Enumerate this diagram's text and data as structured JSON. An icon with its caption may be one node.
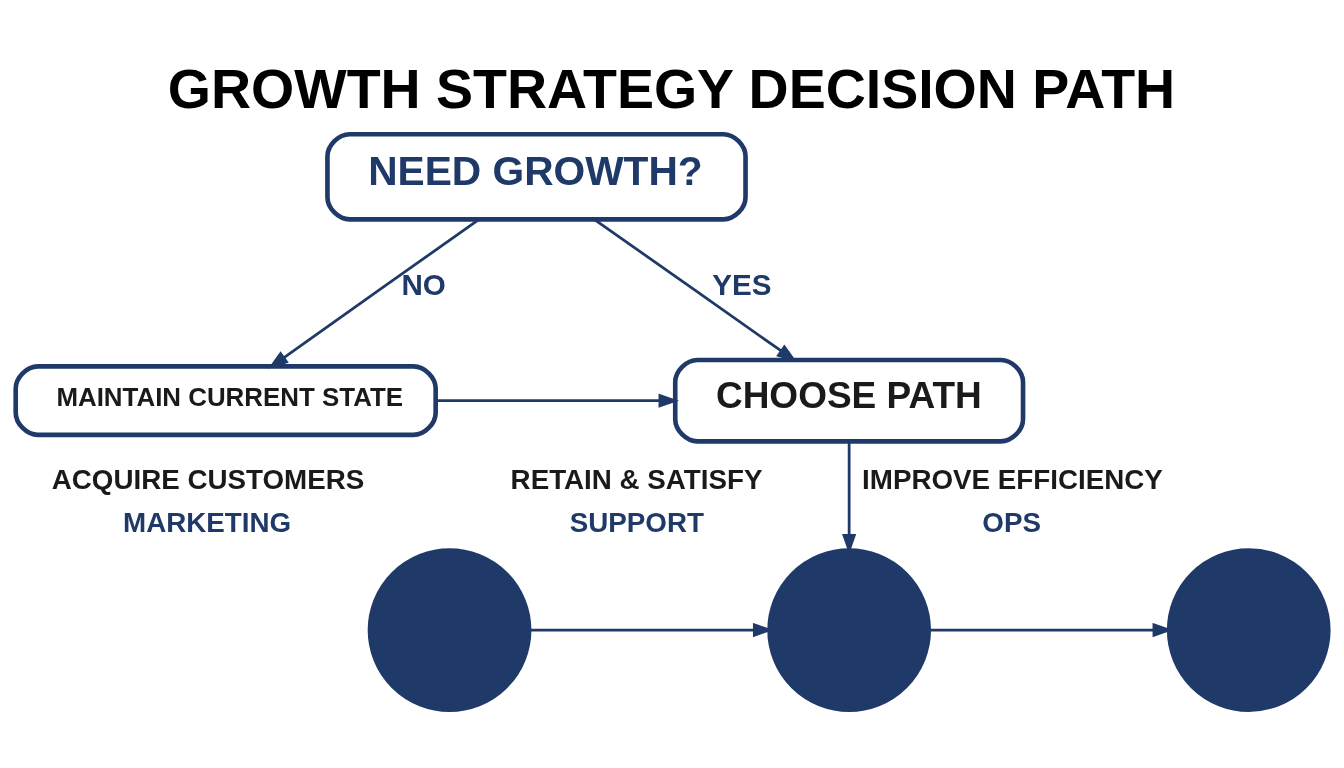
{
  "diagram": {
    "title": "GROWTH STRATEGY DECISION PATH",
    "nodes": [
      {
        "text": [
          "NEED GROWTH?"
        ]
      },
      {
        "text": [
          "MAINTAIN CURRENT STATE"
        ]
      },
      {
        "text": [
          "CHOOSE PATH"
        ]
      },
      {
        "text": [],
        "shape": "circle",
        "beside": [
          "ACQUIRE CUSTOMERS",
          "MARKETING"
        ]
      },
      {
        "text": [],
        "shape": "circle",
        "beside": [
          "RETAIN & SATISFY",
          "SUPPORT"
        ]
      },
      {
        "text": [],
        "shape": "circle",
        "beside": [
          "IMPROVE EFFICIENCY",
          "OPS"
        ]
      }
    ],
    "edges": [
      {
        "from": 0,
        "to": 1,
        "arrow": "to",
        "label": "NO"
      },
      {
        "from": 0,
        "to": 2,
        "arrow": "to",
        "label": "YES"
      },
      {
        "from": 1,
        "to": 2,
        "arrow": "to"
      },
      {
        "from": 2,
        "to": 4,
        "arrow": "to"
      },
      {
        "from": 3,
        "to": 4,
        "arrow": "to"
      },
      {
        "from": 4,
        "to": 5,
        "arrow": "to"
      }
    ]
  }
}
